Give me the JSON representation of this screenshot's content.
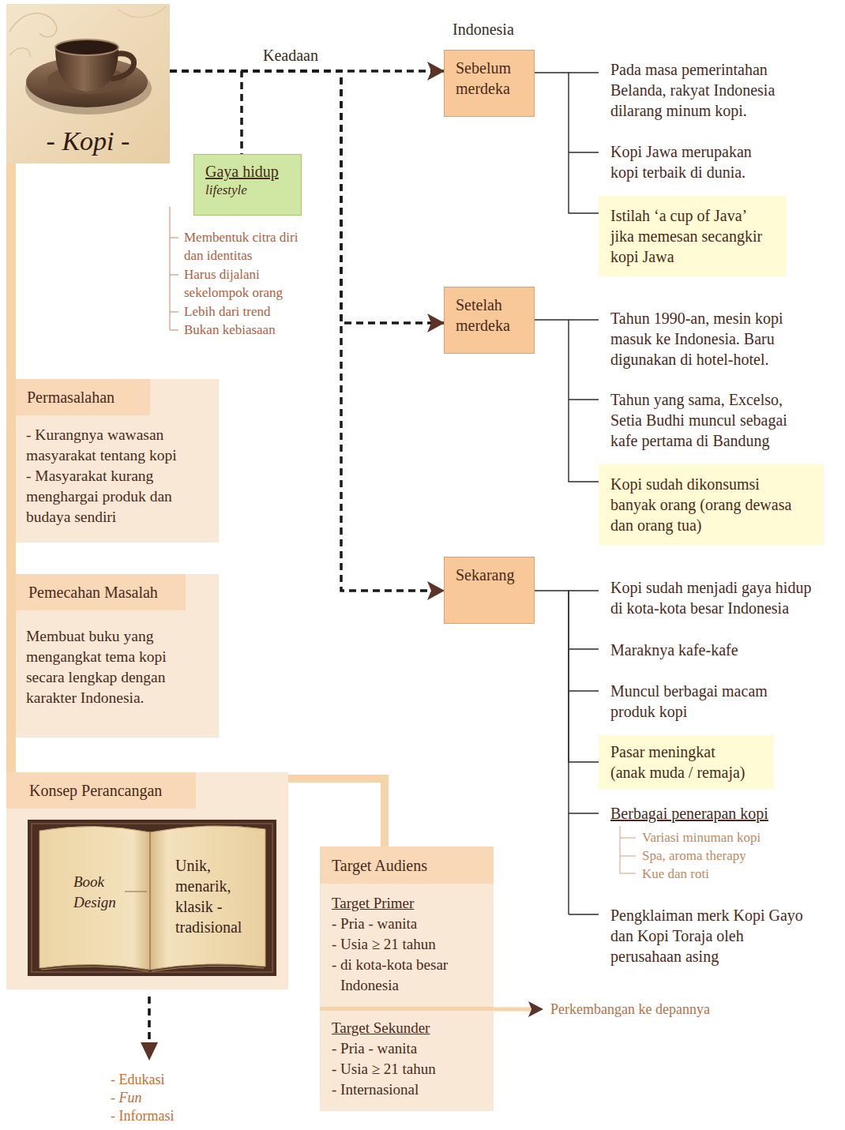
{
  "diagram": {
    "nodes": [
      {
        "text": [
          "- Kopi -"
        ]
      },
      {
        "text": [
          "Gaya hidup",
          "lifestyle"
        ]
      },
      {
        "text": [
          "Sebelum merdeka"
        ]
      },
      {
        "text": [
          "Istilah ‘a cup of Java’ jika memesan secangkir kopi Jawa"
        ]
      },
      {
        "text": [
          "Setelah merdeka"
        ]
      },
      {
        "text": [
          "Kopi sudah dikonsumsi banyak orang (orang dewasa dan orang tua)"
        ]
      },
      {
        "text": [
          "Sekarang"
        ]
      },
      {
        "text": [
          "Pasar meningkat (anak muda / remaja)"
        ]
      },
      {
        "text": [
          "Permasalahan",
          "- Kurangnya wawasan masyarakat tentang kopi",
          "- Masyarakat kurang menghargai produk dan budaya sendiri"
        ]
      },
      {
        "text": [
          "Pemecahan Masalah",
          "Membuat buku yang mengangkat tema kopi secara lengkap dengan karakter Indonesia."
        ]
      },
      {
        "text": [
          "Konsep Perancangan"
        ]
      },
      {
        "text": [
          "Book Design",
          "Unik, menarik, klasik - tradisional"
        ],
        "in": 10
      },
      {
        "text": [
          "Target Audiens",
          "Target Primer",
          "- Pria - wanita",
          "- Usia ≥ 21 tahun",
          "- di kota-kota besar Indonesia",
          "Target Sekunder",
          "- Pria - wanita",
          "- Usia ≥ 21 tahun",
          "- Internasional"
        ]
      }
    ],
    "edges": [
      {
        "from": 0,
        "to": 2,
        "arrow": "to",
        "label": "Keadaan"
      },
      {
        "from": 0,
        "to": 1,
        "arrow": "none"
      },
      {
        "from": 0,
        "to": 4,
        "arrow": "to"
      },
      {
        "from": 0,
        "to": 6,
        "arrow": "to"
      },
      {
        "from": 0,
        "to": 8,
        "arrow": "none"
      },
      {
        "from": 0,
        "to": 9,
        "arrow": "none"
      },
      {
        "from": 0,
        "to": 10,
        "arrow": "none"
      },
      {
        "from": 10,
        "to": 12,
        "arrow": "none"
      },
      {
        "from": 2,
        "to": 3,
        "arrow": "none"
      },
      {
        "from": 4,
        "to": 5,
        "arrow": "none"
      },
      {
        "from": 6,
        "to": 7,
        "arrow": "none"
      }
    ],
    "labels": [
      "Indonesia",
      "Pada masa pemerintahan Belanda, rakyat Indonesia dilarang minum kopi.",
      "Kopi Jawa merupakan kopi terbaik di dunia.",
      "Membentuk citra diri dan identitas",
      "Harus dijalani sekelompok orang",
      "Lebih dari trend",
      "Bukan kebiasaan",
      "Tahun 1990-an, mesin kopi masuk ke Indonesia. Baru digunakan di hotel-hotel.",
      "Tahun yang sama, Excelso, Setia Budhi muncul sebagai kafe pertama di Bandung",
      "Kopi sudah menjadi gaya hidup di kota-kota besar Indonesia",
      "Maraknya kafe-kafe",
      "Muncul berbagai macam produk kopi",
      "Berbagai penerapan kopi",
      "Variasi minuman kopi",
      "Spa, aroma therapy",
      "Kue dan roti",
      "Pengklaiman merk Kopi Gayo dan Kopi Toraja oleh perusahaan asing",
      "Perkembangan ke depannya",
      "- Edukasi",
      "- Fun",
      "- Informasi"
    ]
  }
}
